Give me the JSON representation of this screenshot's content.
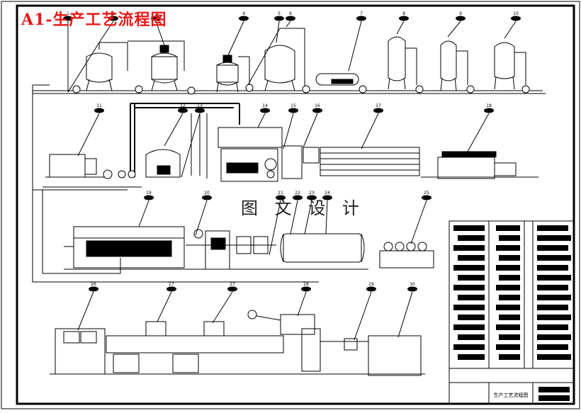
{
  "sheet": {
    "title": "A1-生产工艺流程图",
    "watermark": "图 文 设 计"
  },
  "equipment_tags": [
    "1",
    "2",
    "3",
    "4",
    "5",
    "6",
    "7",
    "8",
    "9",
    "10",
    "11",
    "12",
    "13",
    "14",
    "15",
    "16",
    "17",
    "18",
    "19",
    "20",
    "21",
    "22",
    "23",
    "24",
    "25",
    "26",
    "27",
    "27",
    "28",
    "29",
    "30"
  ],
  "title_block": {
    "drawing_name": "生产工艺流程图"
  },
  "colors": {
    "ink": "#000000",
    "title": "#e81818",
    "paper": "#ffffff"
  }
}
